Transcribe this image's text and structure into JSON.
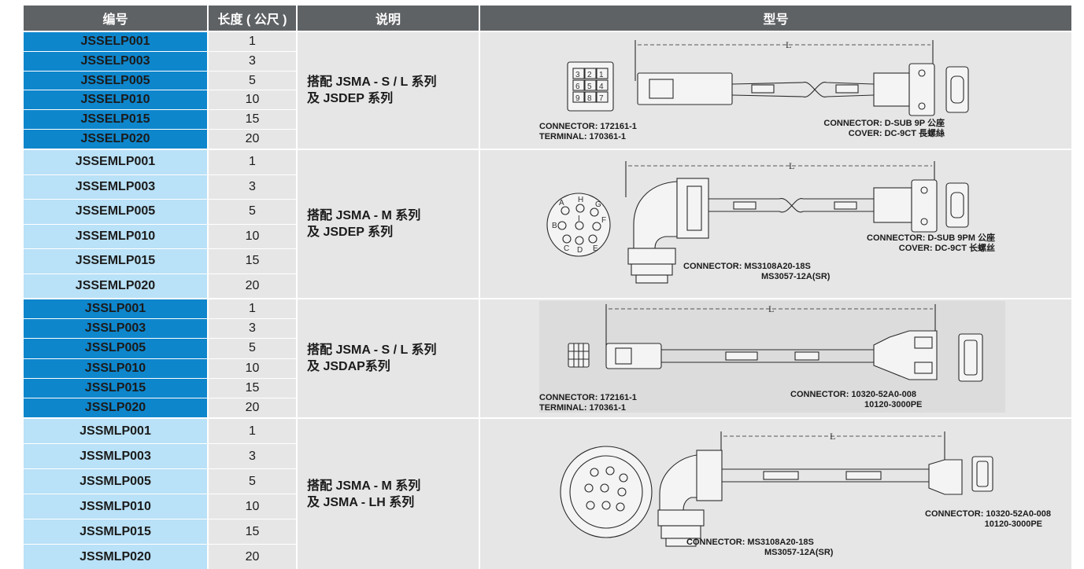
{
  "headers": {
    "code": "编号",
    "length": "长度 ( 公尺 )",
    "description": "说明",
    "model": "型号"
  },
  "groups": [
    {
      "codes": [
        "JSSELP001",
        "JSSELP003",
        "JSSELP005",
        "JSSELP010",
        "JSSELP015",
        "JSSELP020"
      ],
      "lengths": [
        "1",
        "3",
        "5",
        "10",
        "15",
        "20"
      ],
      "description": [
        "搭配 JSMA - S / L 系列",
        "及 JSDEP 系列"
      ],
      "diagram": {
        "dim_label": "L",
        "left_conn": [
          "CONNECTOR: 172161-1",
          "TERMINAL: 170361-1"
        ],
        "right_conn": [
          "CONNECTOR: D-SUB 9P 公座",
          "COVER: DC-9CT 長螺絲"
        ],
        "pins": [
          "3",
          "2",
          "1",
          "6",
          "5",
          "4",
          "9",
          "8",
          "7"
        ]
      }
    },
    {
      "codes": [
        "JSSEMLP001",
        "JSSEMLP003",
        "JSSEMLP005",
        "JSSEMLP010",
        "JSSEMLP015",
        "JSSEMLP020"
      ],
      "lengths": [
        "1",
        "3",
        "5",
        "10",
        "15",
        "20"
      ],
      "description": [
        "搭配 JSMA - M 系列",
        "及 JSDEP 系列"
      ],
      "diagram": {
        "dim_label": "L",
        "left_conn": [
          "CONNECTOR: MS3108A20-18S",
          "MS3057-12A(SR)"
        ],
        "right_conn": [
          "CONNECTOR: D-SUB 9PM 公座",
          "COVER: DC-9CT  长螺丝"
        ],
        "pins": [
          "A",
          "H",
          "G",
          "B",
          "I",
          "F",
          "C",
          "D",
          "E"
        ]
      }
    },
    {
      "codes": [
        "JSSLP001",
        "JSSLP003",
        "JSSLP005",
        "JSSLP010",
        "JSSLP015",
        "JSSLP020"
      ],
      "lengths": [
        "1",
        "3",
        "5",
        "10",
        "15",
        "20"
      ],
      "description": [
        "搭配 JSMA - S / L 系列",
        "及 JSDAP系列"
      ],
      "diagram": {
        "dim_label": "L",
        "left_conn": [
          "CONNECTOR: 172161-1",
          "TERMINAL: 170361-1"
        ],
        "right_conn": [
          "CONNECTOR: 10320-52A0-008",
          "10120-3000PE"
        ]
      }
    },
    {
      "codes": [
        "JSSMLP001",
        "JSSMLP003",
        "JSSMLP005",
        "JSSMLP010",
        "JSSMLP015",
        "JSSMLP020"
      ],
      "lengths": [
        "1",
        "3",
        "5",
        "10",
        "15",
        "20"
      ],
      "description": [
        "搭配 JSMA - M 系列",
        "及 JSMA - LH 系列"
      ],
      "diagram": {
        "dim_label": "L",
        "left_conn": [
          "CONNECTOR: MS3108A20-18S",
          "MS3057-12A(SR)"
        ],
        "right_conn": [
          "CONNECTOR: 10320-52A0-008",
          "10120-3000PE"
        ]
      }
    }
  ],
  "colors": {
    "header_bg": "#5f6265",
    "code_dark": "#0e86cc",
    "code_light": "#b9e1f7",
    "cell_gray": "#e6e6e6"
  }
}
